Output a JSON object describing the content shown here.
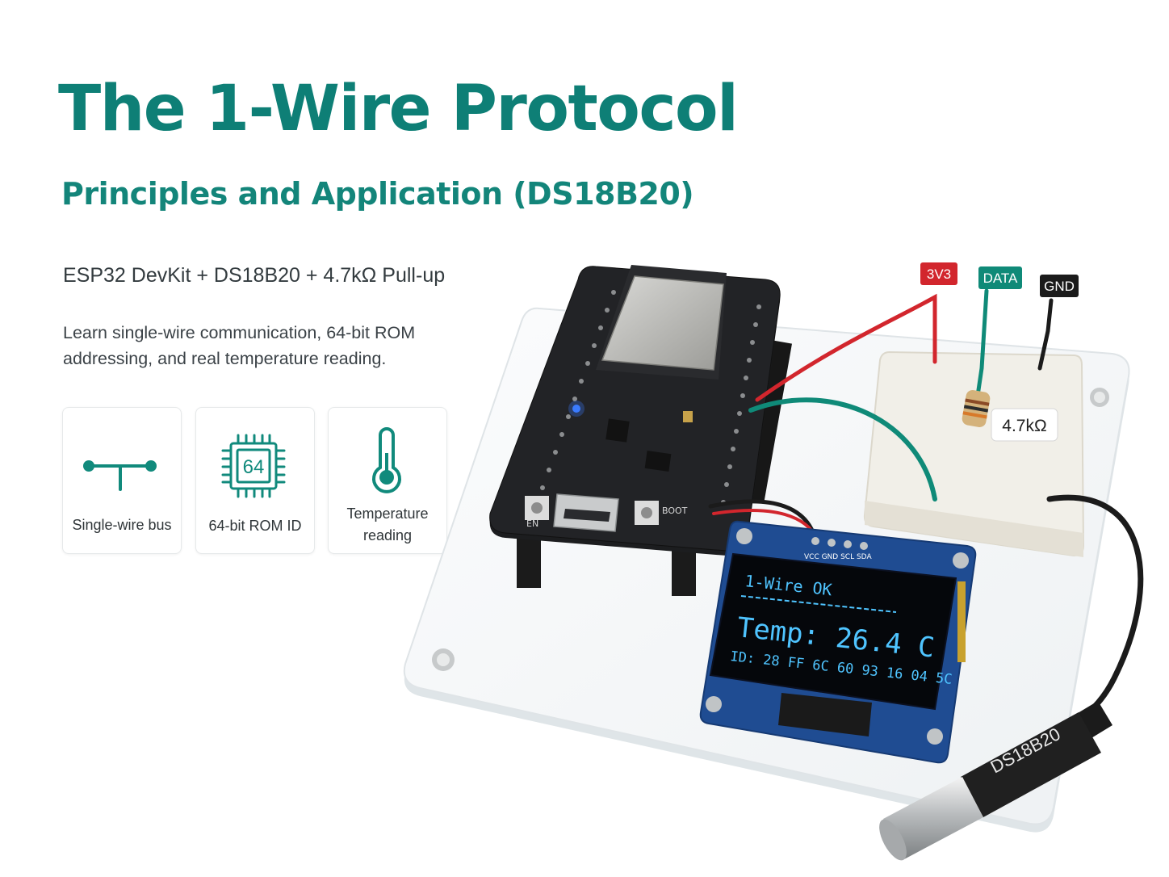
{
  "header": {
    "title": "The 1-Wire Protocol",
    "subtitle": "Principles and Application (DS18B20)"
  },
  "kit_line": "ESP32 DevKit + DS18B20 + 4.7kΩ Pull-up",
  "description": "Learn single-wire communication, 64-bit ROM addressing, and real temperature reading.",
  "features": [
    {
      "icon": "bus-icon",
      "label": "Single-wire bus"
    },
    {
      "icon": "chip-icon",
      "chip_text": "64",
      "label": "64-bit ROM ID"
    },
    {
      "icon": "thermometer-icon",
      "label": "Temperature reading"
    }
  ],
  "hardware": {
    "wire_labels": {
      "v3": "3V3",
      "data": "DATA",
      "gnd": "GND"
    },
    "resistor_label": "4.7kΩ",
    "board_buttons": {
      "left": "EN",
      "right": "BOOT"
    },
    "oled_pins": "VCC GND SCL SDA",
    "oled": {
      "status": "1-Wire OK",
      "temp": "Temp: 26.4 C",
      "rom_id": "ID: 28 FF 6C 60 93 16 04 5C"
    },
    "sensor_label": "DS18B20"
  },
  "colors": {
    "accent": "#0e7f76",
    "oled_text": "#4fc4ff",
    "wire_red": "#d2262d",
    "wire_green": "#0f8a78"
  }
}
